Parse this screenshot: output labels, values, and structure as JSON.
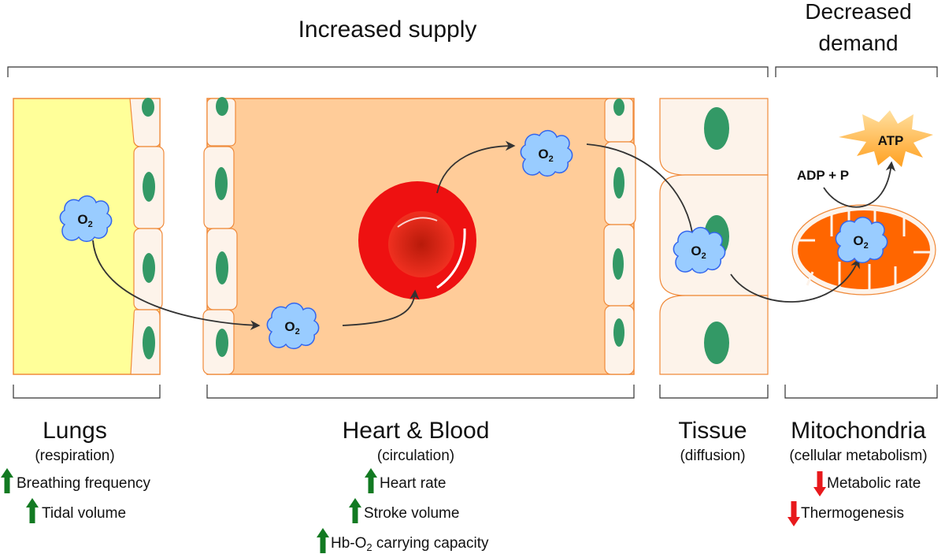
{
  "header": {
    "supply_title": "Increased supply",
    "demand_title_line1": "Decreased",
    "demand_title_line2": "demand"
  },
  "o2": {
    "main": "O",
    "sub": "2"
  },
  "mito": {
    "adp": "ADP + P",
    "atp": "ATP"
  },
  "sections": {
    "lungs": {
      "title": "Lungs",
      "subtitle": "(respiration)",
      "items": [
        "Breathing frequency",
        "Tidal volume"
      ],
      "direction": "up"
    },
    "heart": {
      "title": "Heart & Blood",
      "subtitle": "(circulation)",
      "items": [
        "Heart rate",
        "Stroke volume"
      ],
      "item3_pre": "Hb-O",
      "item3_sub": "2",
      "item3_post": " carrying capacity",
      "direction": "up"
    },
    "tissue": {
      "title": "Tissue",
      "subtitle": "(diffusion)"
    },
    "mitochondria": {
      "title": "Mitochondria",
      "subtitle": "(cellular metabolism)",
      "items": [
        "Metabolic rate",
        "Thermogenesis"
      ],
      "direction": "down"
    }
  },
  "colors": {
    "up": "#127A22",
    "down": "#E8191C",
    "nucleus": "#339966",
    "cell": "#FDF3EA",
    "border": "#F08A3A",
    "lung": "#FFFF99",
    "blood": "#FFCC99",
    "o2_fill": "#99CCFF",
    "o2_stroke": "#3366EE"
  }
}
